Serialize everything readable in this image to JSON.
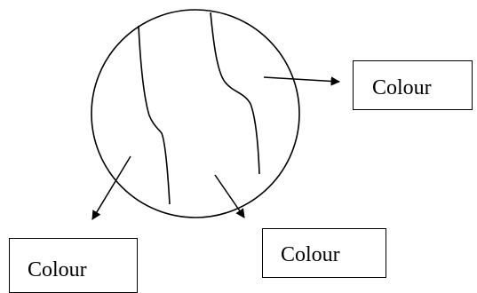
{
  "labels": {
    "right": "Colour",
    "bottom_middle": "Colour",
    "bottom_left": "Colour"
  },
  "colors": {
    "stroke": "#000000",
    "background": "#ffffff"
  }
}
